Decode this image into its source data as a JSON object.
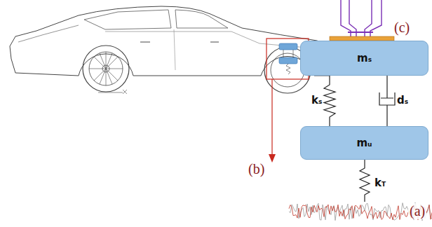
{
  "diagram": {
    "nodes": [
      {
        "text": [
          "ms"
        ]
      },
      {
        "text": [
          "mu"
        ]
      }
    ],
    "edges": [
      {
        "from": 0,
        "to": 1,
        "arrow": "none",
        "label": "ks"
      },
      {
        "from": 0,
        "to": 1,
        "arrow": "none",
        "label": "ds"
      }
    ],
    "labels": [
      "(c)",
      "(b)",
      "kT",
      "(a)"
    ]
  }
}
